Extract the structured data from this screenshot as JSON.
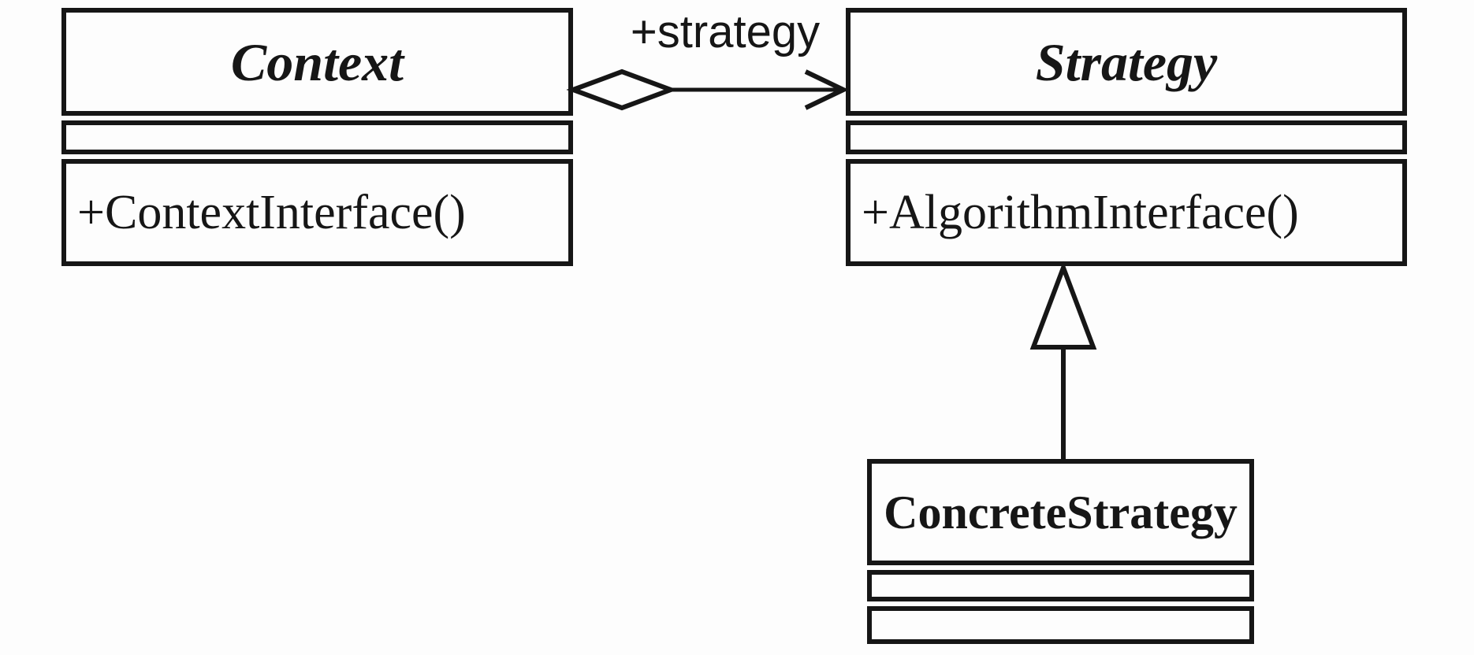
{
  "diagram": {
    "colors": {
      "background": "#fdfdfd",
      "line": "#161616",
      "text": "#161616"
    },
    "classes": {
      "context": {
        "name": "Context",
        "attributes": "",
        "method": "+ContextInterface()"
      },
      "strategy": {
        "name": "Strategy",
        "attributes": "",
        "method": "+AlgorithmInterface()"
      },
      "concrete_strategy": {
        "name": "ConcreteStrategy",
        "attributes": "",
        "methods": ""
      }
    },
    "relationships": {
      "aggregation": {
        "label": "+strategy"
      }
    }
  }
}
